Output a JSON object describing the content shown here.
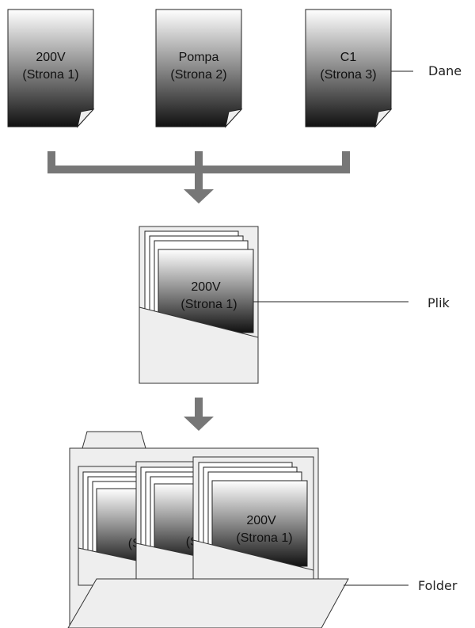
{
  "pages": [
    {
      "title": "200V",
      "subtitle": "(Strona 1)"
    },
    {
      "title": "Pompa",
      "subtitle": "(Strona 2)"
    },
    {
      "title": "C1",
      "subtitle": "(Strona 3)"
    }
  ],
  "file": {
    "title": "200V",
    "subtitle": "(Strona 1)"
  },
  "folder": {
    "hidden_title_1": "2",
    "hidden_subtitle_1": "(St",
    "hidden_title_2": "2",
    "hidden_subtitle_2": "(St",
    "front_title": "200V",
    "front_subtitle": "(Strona 1)"
  },
  "labels": {
    "data": "Dane",
    "file": "Plik",
    "folder": "Folder"
  },
  "colors": {
    "arrow": "#777777",
    "outline": "#333333",
    "panel": "#eeeeee"
  }
}
